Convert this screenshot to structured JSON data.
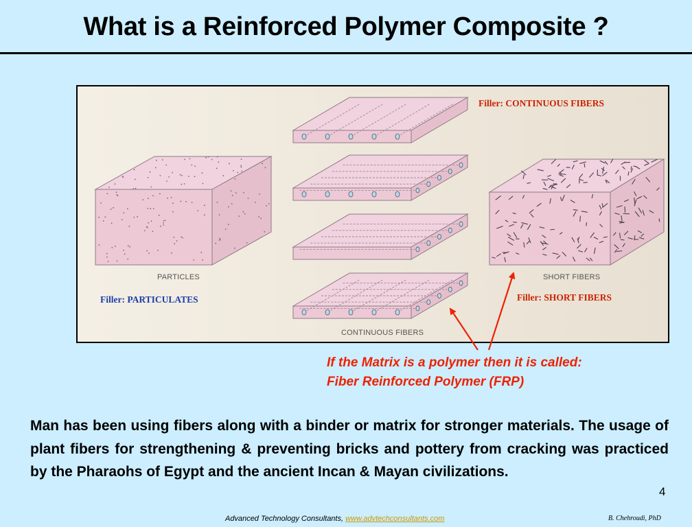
{
  "slide": {
    "title": "What is a Reinforced Polymer Composite ?",
    "page_number": "4"
  },
  "figure": {
    "labels": {
      "particles": "PARTICLES",
      "continuous_fibers": "CONTINUOUS FIBERS",
      "short_fibers": "SHORT FIBERS"
    },
    "fillers": {
      "continuous": "Filler:  CONTINUOUS FIBERS",
      "particulates": "Filler:  PARTICULATES",
      "short": "Filler:  SHORT FIBERS"
    }
  },
  "callout": {
    "line1": "If the Matrix is a polymer  then it is called:",
    "line2": "Fiber Reinforced Polymer (FRP)"
  },
  "body_text": "Man has been using fibers along with a binder or matrix for stronger materials. The usage of plant fibers for strengthening & preventing bricks and pottery from cracking was practiced by the Pharaohs of Egypt and the ancient Incan & Mayan civilizations.",
  "footer": {
    "org": "Advanced Technology Consultants, ",
    "url": "www.advtechconsultants.com",
    "author": "B. Chehroudi, PhD"
  },
  "colors": {
    "background": "#cceeff",
    "callout": "#ee2200",
    "filler_red": "#cc2200",
    "filler_blue": "#1a3fa8",
    "composite_pink": "#edc9d6"
  }
}
